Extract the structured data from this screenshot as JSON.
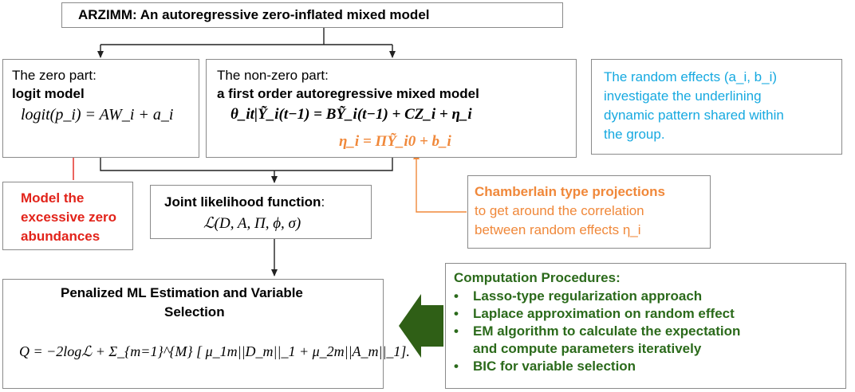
{
  "title": "ARZIMM: An autoregressive zero-inflated mixed model",
  "zero_part": {
    "heading": "The zero part:",
    "subheading": "logit model",
    "formula": "logit(p_i) = AW_i + a_i"
  },
  "nonzero_part": {
    "heading": "The non-zero part:",
    "subheading": "a first order autoregressive mixed model",
    "formula1": "θ_it|Ỹ_i(t−1) = BỸ_i(t−1) + CZ_i + η_i",
    "formula2": "η_i = ΠỸ_i0 + b_i"
  },
  "random_effects_note": {
    "line1": "The random effects (a_i, b_i)",
    "line2": "investigate the underlining",
    "line3": "dynamic pattern shared within",
    "line4": "the group."
  },
  "excess_zero_note": {
    "line1": "Model the",
    "line2": "excessive zero",
    "line3": "abundances"
  },
  "likelihood": {
    "heading": "Joint likelihood function",
    "colon": ":",
    "formula": "ℒ(D, A, Π, ϕ, σ)"
  },
  "chamberlain": {
    "heading": "Chamberlain type projections",
    "line1": "to get around the correlation",
    "line2": "between random effects η_i"
  },
  "estimation": {
    "heading1": "Penalized ML Estimation and Variable",
    "heading2": "Selection",
    "formula": "Q = −2logℒ + Σ_{m=1}^{M} [ μ_1m||D_m||_1 + μ_2m||A_m||_1]."
  },
  "computation": {
    "heading": "Computation Procedures:",
    "items": [
      {
        "text": "Lasso-type regularization approach"
      },
      {
        "text": "Laplace approximation on random effect"
      },
      {
        "text": "EM algorithm to calculate the expectation"
      },
      {
        "text": "and compute parameters iteratively"
      },
      {
        "text": "BIC for variable selection"
      }
    ]
  },
  "colors": {
    "blue": "#16a9e0",
    "red": "#e2231a",
    "orange": "#f0883a",
    "green": "#2b6a1b",
    "border": "#8a8a8a",
    "arrow_green": "#2f5f16"
  }
}
